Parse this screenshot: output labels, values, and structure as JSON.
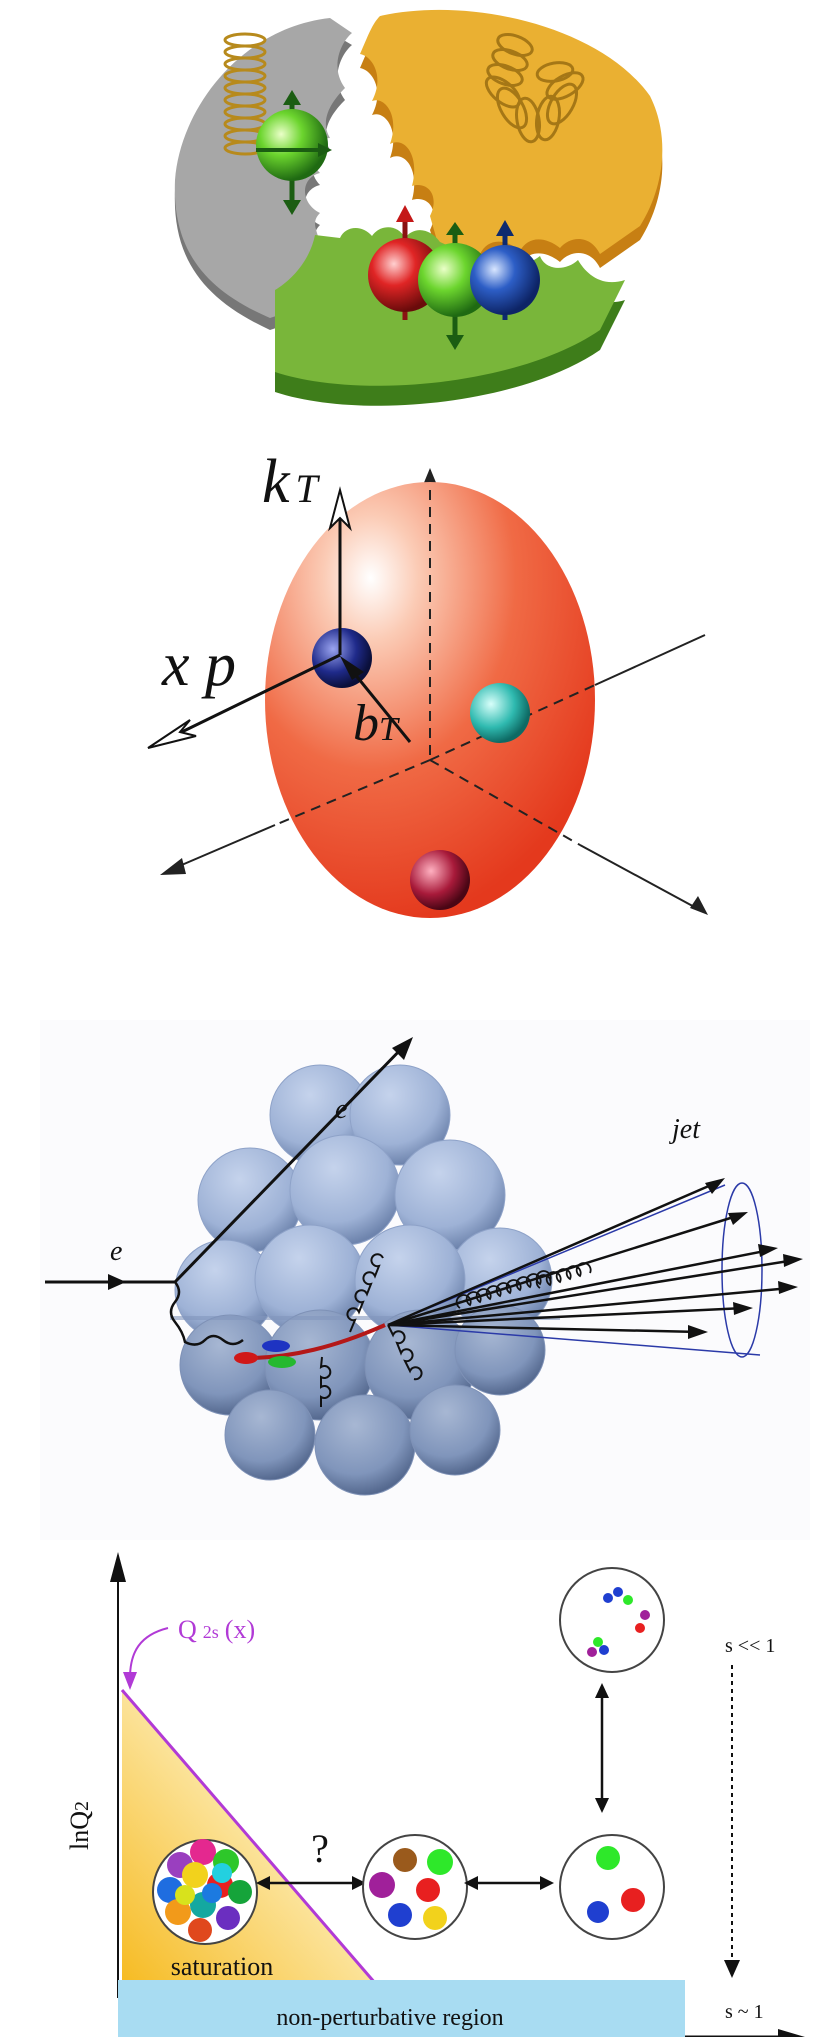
{
  "panel2": {
    "label_kt": "k",
    "label_kt_sub": "T",
    "label_xp": "x p",
    "label_bt": "b",
    "label_bt_sub": "T"
  },
  "panel3": {
    "label_e_in": "e",
    "label_e_out": "e",
    "label_jet": "jet"
  },
  "panel4": {
    "q_label": "Q",
    "q_sub": "2s",
    "q_arg": "(x)",
    "y_axis": "lnQ",
    "y_axis_sub": "2",
    "question": "?",
    "saturation": "saturation",
    "nonpert": "non-perturbative region",
    "s_small": "s << 1",
    "s_one": "s ~ 1"
  },
  "colors": {
    "gray_piece": "#9a9a9a",
    "yellow_piece": "#e8a628",
    "green_piece": "#6aa531",
    "proton": "#e8482a",
    "nucleus": "#a9bcdc",
    "saturation_purple": "#b13ad6",
    "nonpert_band": "#a8dcf2"
  }
}
